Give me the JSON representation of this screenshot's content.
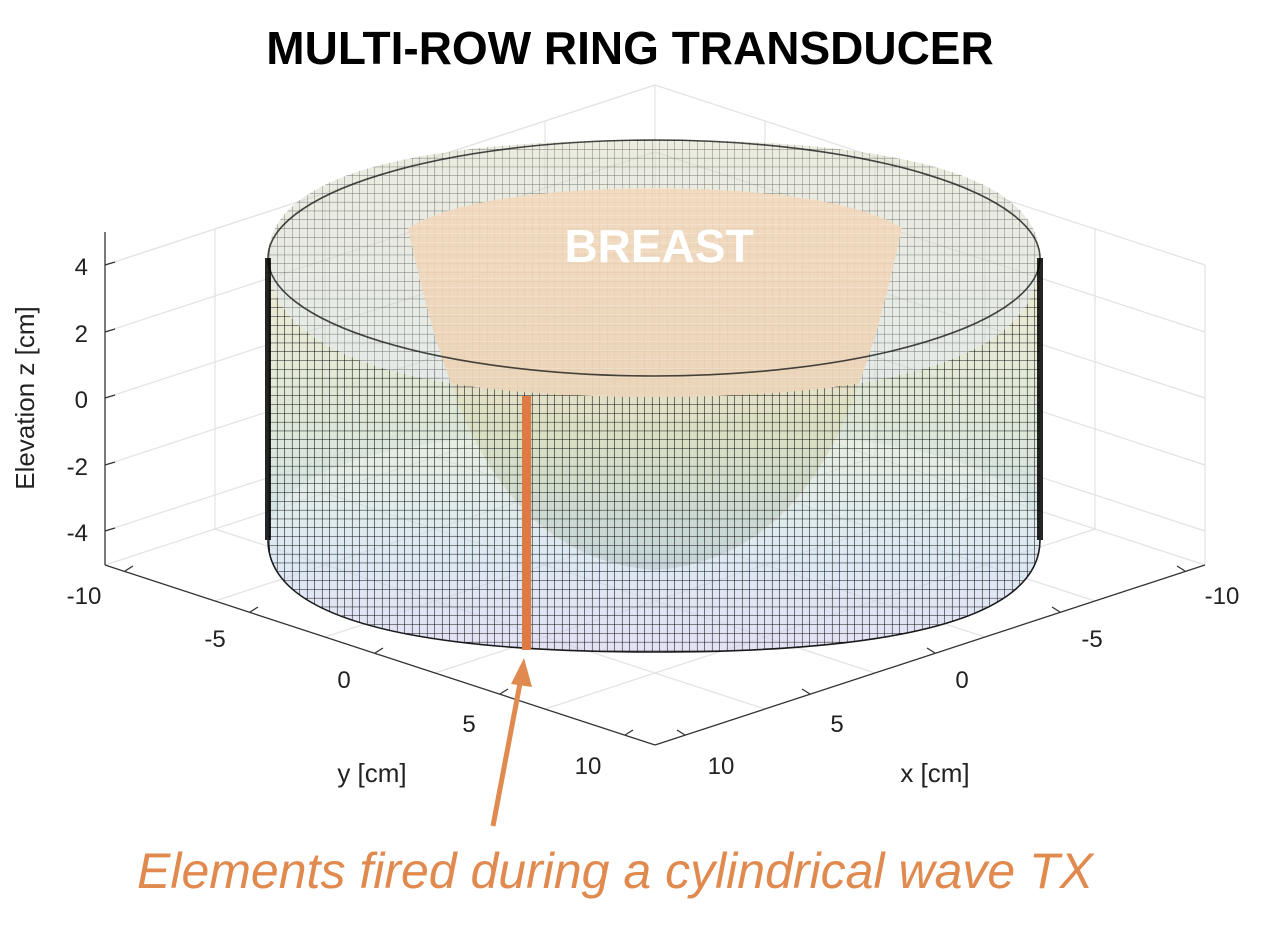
{
  "title": "MULTI-ROW RING TRANSDUCER",
  "breast_label": "BREAST",
  "annotation": "Elements fired during a cylindrical wave TX",
  "colors": {
    "annotation": "#e08a4f",
    "fired_elements": "#e07a45",
    "breast": "#f1d6b6",
    "grid": "#e2e2e2",
    "mesh": "#111111"
  },
  "axes": {
    "z": {
      "label": "Elevation z [cm]",
      "ticks": [
        "4",
        "2",
        "0",
        "-2",
        "-4"
      ]
    },
    "y": {
      "label": "y [cm]",
      "ticks": [
        "-10",
        "-5",
        "0",
        "5",
        "10"
      ]
    },
    "x": {
      "label": "x [cm]",
      "ticks": [
        "-10",
        "-5",
        "0",
        "5",
        "10"
      ]
    }
  }
}
